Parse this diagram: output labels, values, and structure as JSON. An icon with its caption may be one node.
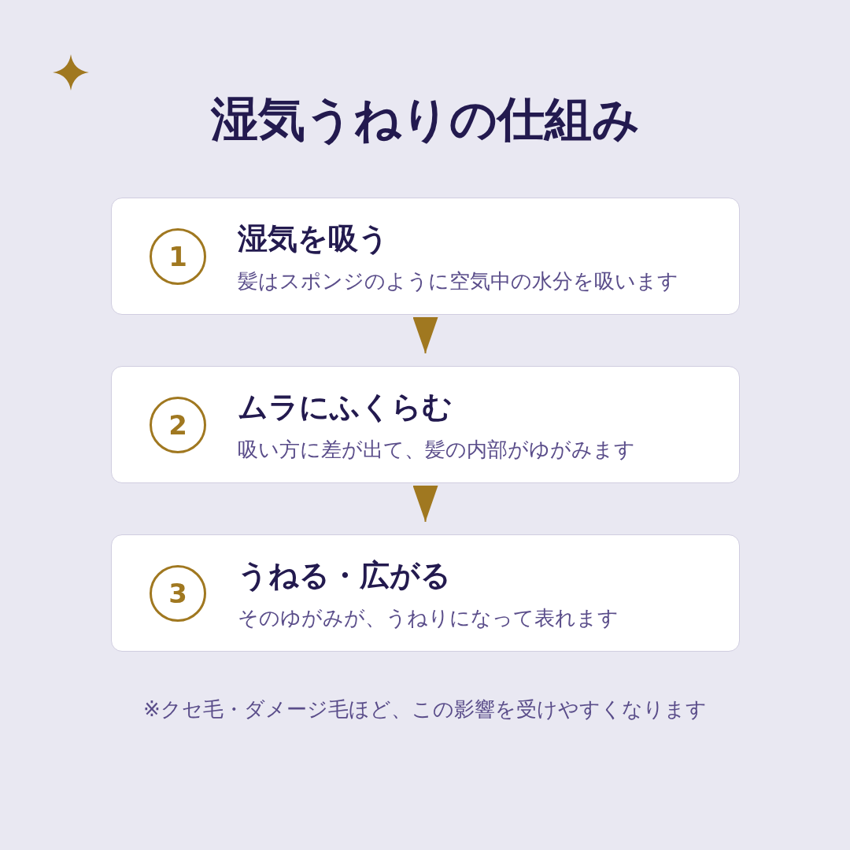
{
  "diagram": {
    "title": "湿気うねりの仕組み",
    "caption": "※クセ毛・ダメージ毛ほど、この影響を受けやすくなります",
    "nodes": [
      {
        "text": [
          "湿気を吸う",
          "髪はスポンジのように空気中の水分を吸います"
        ]
      },
      {
        "text": [
          "1"
        ],
        "in": 0
      },
      {
        "text": [
          "ムラにふくらむ",
          "吸い方に差が出て、髪の内部がゆがみます"
        ]
      },
      {
        "text": [
          "2"
        ],
        "in": 2
      },
      {
        "text": [
          "うねる・広がる",
          "そのゆがみが、うねりになって表れます"
        ]
      },
      {
        "text": [
          "3"
        ],
        "in": 4
      }
    ],
    "edges": [
      {
        "from": 0,
        "to": 2,
        "arrow": "to"
      },
      {
        "from": 2,
        "to": 4,
        "arrow": "to"
      }
    ]
  }
}
